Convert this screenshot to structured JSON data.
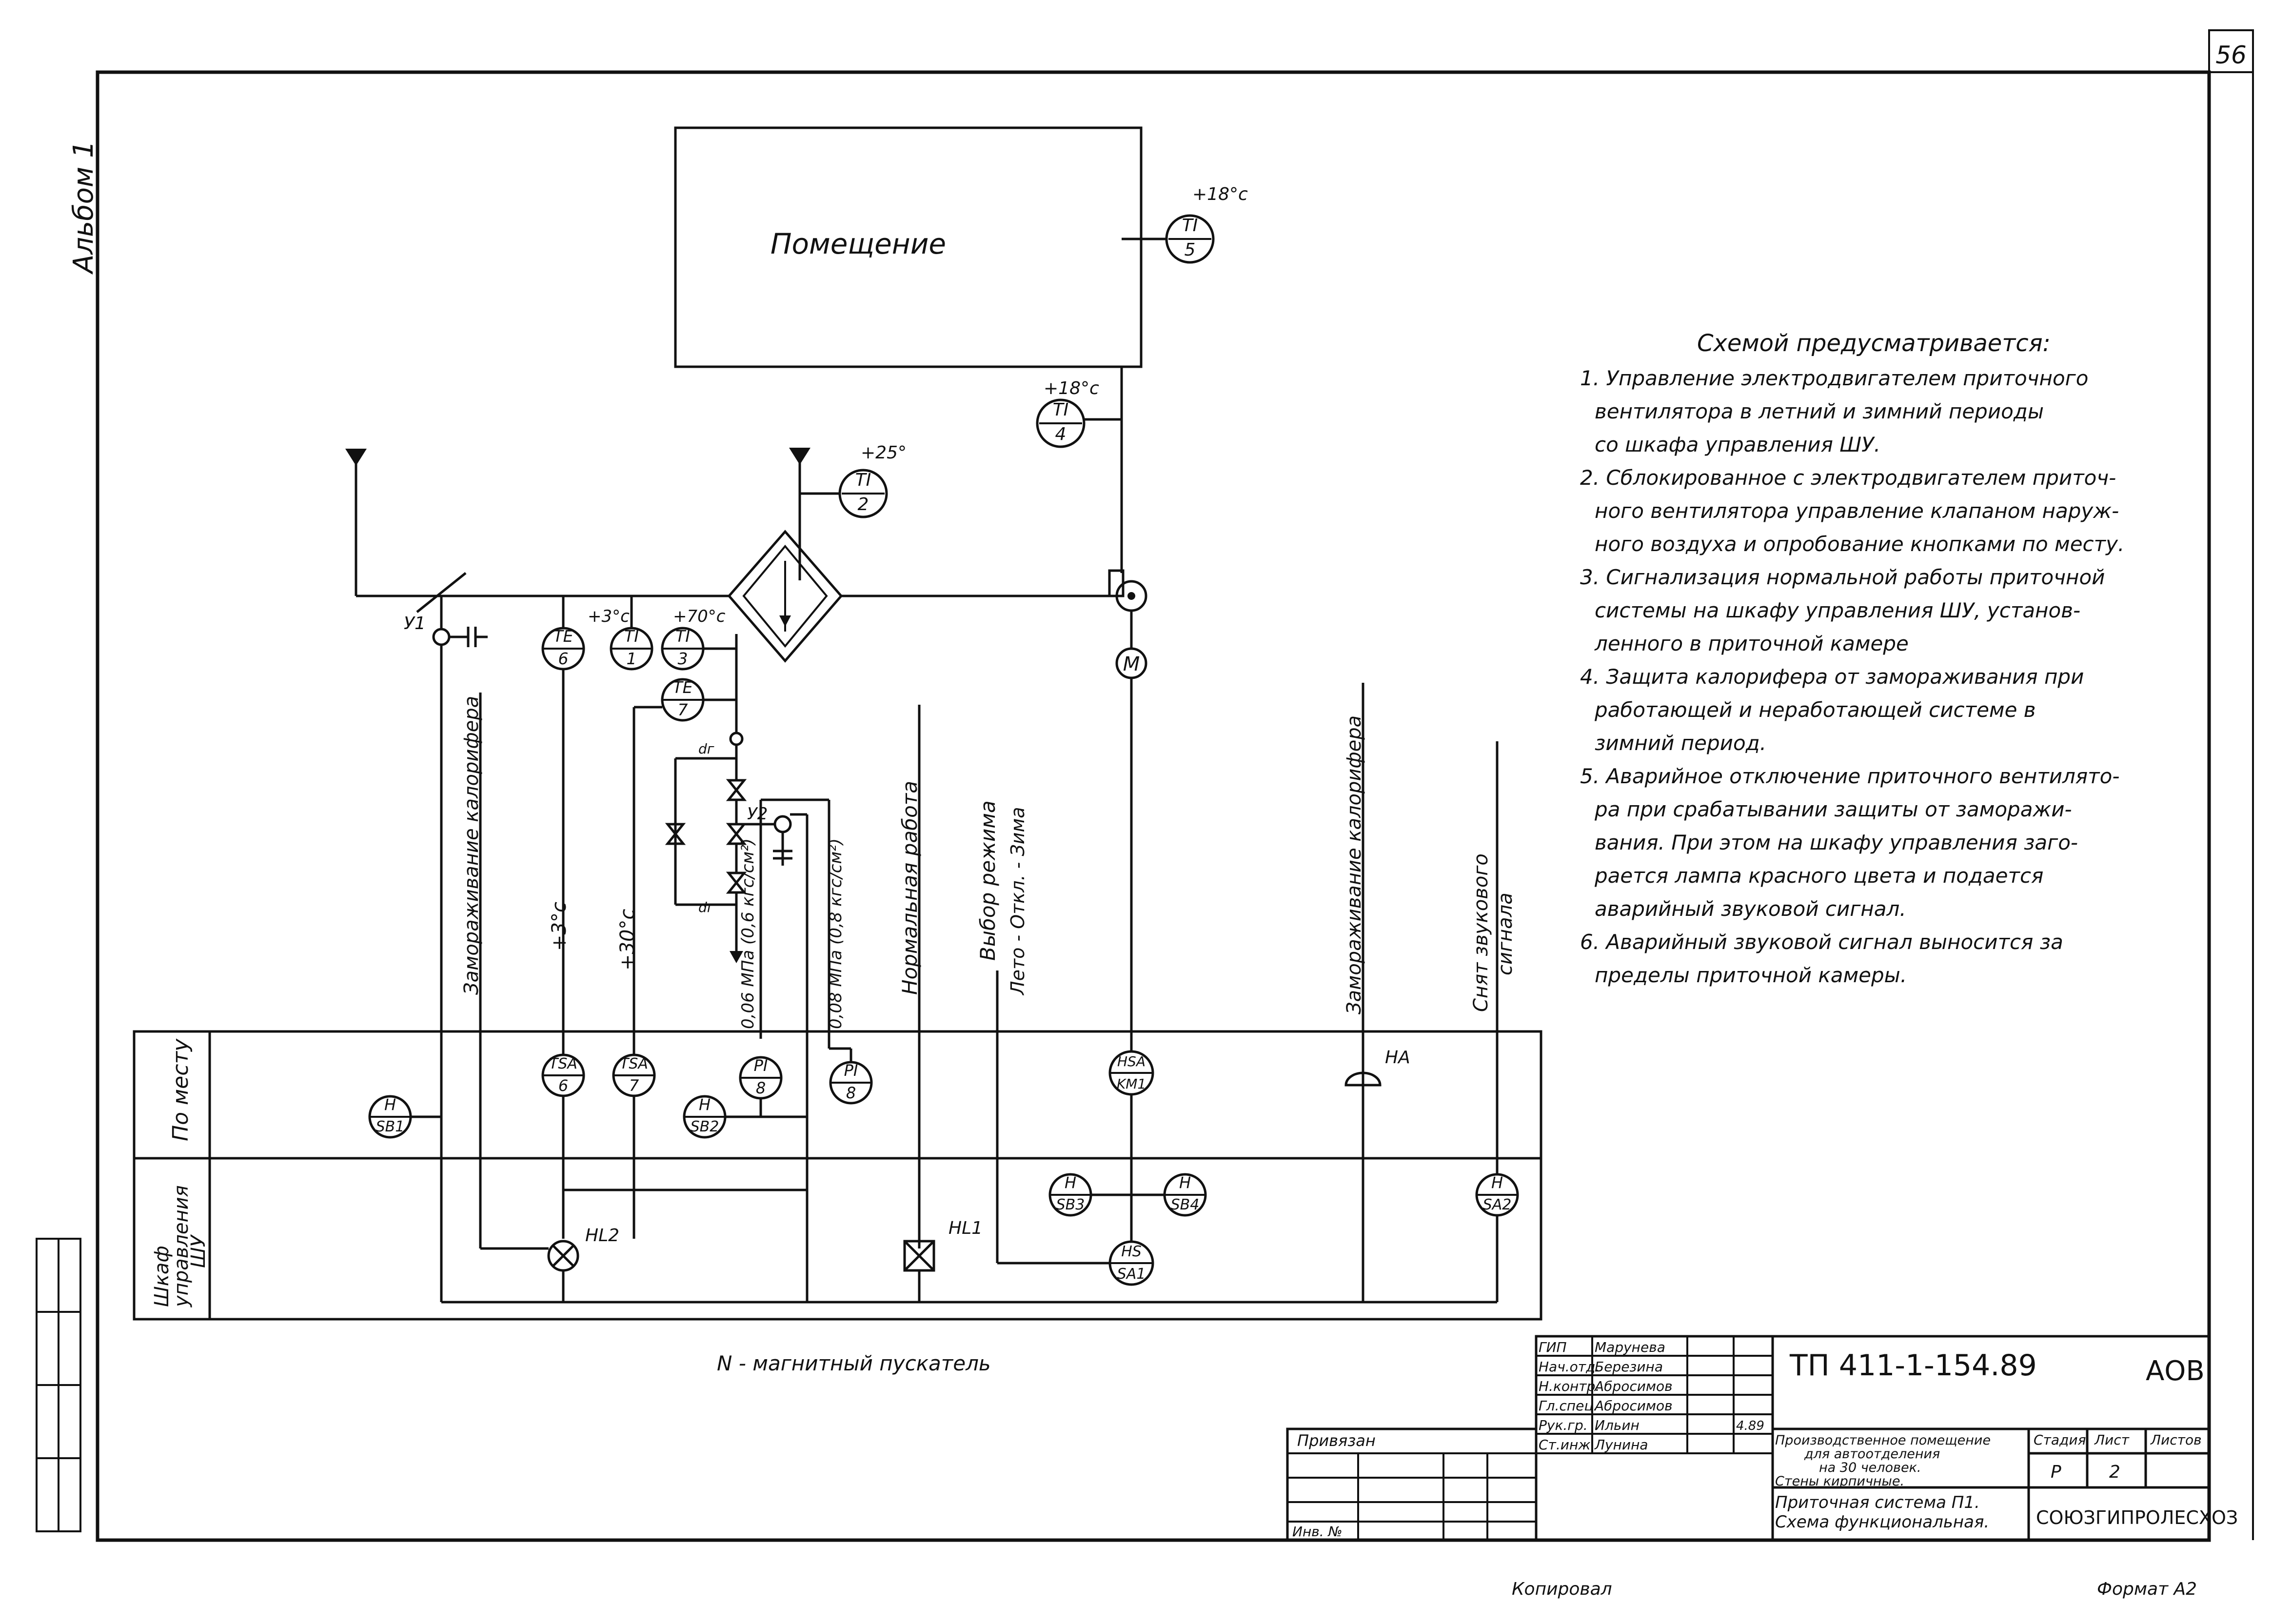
{
  "sheet": {
    "page_number": "56",
    "album": "Альбом 1"
  },
  "room": {
    "label": "Помещение"
  },
  "notes": {
    "title": "Схемой предусматривается:",
    "lines": [
      "1. Управление электродвигателем приточного",
      "вентилятора в летний и зимний периоды",
      "со шкафа управления ШУ.",
      "2. Сблокированное с электродвигателем приточ-",
      "ного вентилятора управление клапаном наруж-",
      "ного воздуха и опробование кнопками по месту.",
      "3. Сигнализация нормальной работы приточной",
      "системы на шкафу управления ШУ, установ-",
      "ленного в приточной камере",
      "4. Защита калорифера от замораживания при",
      "работающей и неработающей системе в",
      "зимний период.",
      "5. Аварийное отключение приточного вентилято-",
      "ра при срабатывании защиты от заморажи-",
      "вания. При этом на шкафу управления заго-",
      "рается лампа красного цвета и подается",
      "аварийный звуковой сигнал.",
      "6. Аварийный звуковой сигнал выносится за",
      "пределы приточной камеры."
    ]
  },
  "instruments": {
    "ti5": {
      "l1": "TI",
      "l2": "5",
      "value": "+18°c"
    },
    "ti4": {
      "l1": "TI",
      "l2": "4",
      "value": "+18°c"
    },
    "ti2": {
      "l1": "TI",
      "l2": "2",
      "value": "+25°"
    },
    "te6": {
      "l1": "TE",
      "l2": "6"
    },
    "ti1": {
      "l1": "TI",
      "l2": "1",
      "value": "+3°c"
    },
    "ti3": {
      "l1": "TI",
      "l2": "3",
      "value": "+70°c"
    },
    "te7": {
      "l1": "TE",
      "l2": "7"
    },
    "tsa6": {
      "l1": "TSA",
      "l2": "6"
    },
    "tsa7": {
      "l1": "TSA",
      "l2": "7"
    },
    "pi8a": {
      "l1": "PI",
      "l2": "8"
    },
    "pi8b": {
      "l1": "PI",
      "l2": "8"
    },
    "hsb1": {
      "l1": "H",
      "l2": "SB1"
    },
    "hsb2": {
      "l1": "H",
      "l2": "SB2"
    },
    "hsakm1": {
      "l1": "HSA",
      "l2": "KM1"
    },
    "hsb3": {
      "l1": "H",
      "l2": "SB3"
    },
    "hsb4": {
      "l1": "H",
      "l2": "SB4"
    },
    "hssa1": {
      "l1": "HS",
      "l2": "SA1"
    },
    "hsa2": {
      "l1": "H",
      "l2": "SA2"
    }
  },
  "symbols": {
    "motor": "M",
    "y1": "У1",
    "y2": "У2",
    "ha": "HA",
    "hl1": "HL1",
    "hl2": "HL2",
    "dg": "dг"
  },
  "vertical_labels": {
    "freeze_left": "Замораживание калорифера",
    "plus3": "+3°c",
    "plus30": "+30°c",
    "press_low": "0,06 МПа (0,6 кгс/см²)",
    "press_high": "0,08 МПа (0,8 кгс/см²)",
    "normal_work": "Нормальная работа",
    "mode_select": "Выбор режима",
    "mode_options": "Лето - Откл. - Зима",
    "freeze_right": "Замораживание калорифера",
    "sound_reset1": "Снят звукового",
    "sound_reset2": "сигнала"
  },
  "rows": {
    "local": "По месту",
    "cabinet_1": "Шкаф",
    "cabinet_2": "управления",
    "cabinet_3": "ШУ"
  },
  "legend": "N - магнитный пускатель",
  "title_block": {
    "code": "ТП  411-1-154.89",
    "section": "АОВ",
    "staff": [
      {
        "role": "ГИП",
        "name": "Марунева"
      },
      {
        "role": "Нач.отд.",
        "name": "Березина"
      },
      {
        "role": "Н.контр.",
        "name": "Абросимов"
      },
      {
        "role": "Гл.спец.",
        "name": "Абросимов"
      },
      {
        "role": "Рук.гр.",
        "name": "Ильин"
      },
      {
        "role": "Ст.инж.",
        "name": "Лунина"
      }
    ],
    "date_mark": "4.89",
    "bound": "Привязан",
    "inv_no": "Инв. №",
    "object_1": "Производственное помещение",
    "object_2": "для автоотделения",
    "object_3": "на 30 человек.",
    "object_4": "Стены кирпичные.",
    "stage_h": "Стадия",
    "sheet_h": "Лист",
    "sheets_h": "Листов",
    "stage": "Р",
    "sheet": "2",
    "drawing_1": "Приточная система П1.",
    "drawing_2": "Схема функциональная.",
    "org": "СОЮЗГИПРОЛЕСХОЗ"
  },
  "footer": {
    "copied": "Копировал",
    "format": "Формат А2"
  }
}
